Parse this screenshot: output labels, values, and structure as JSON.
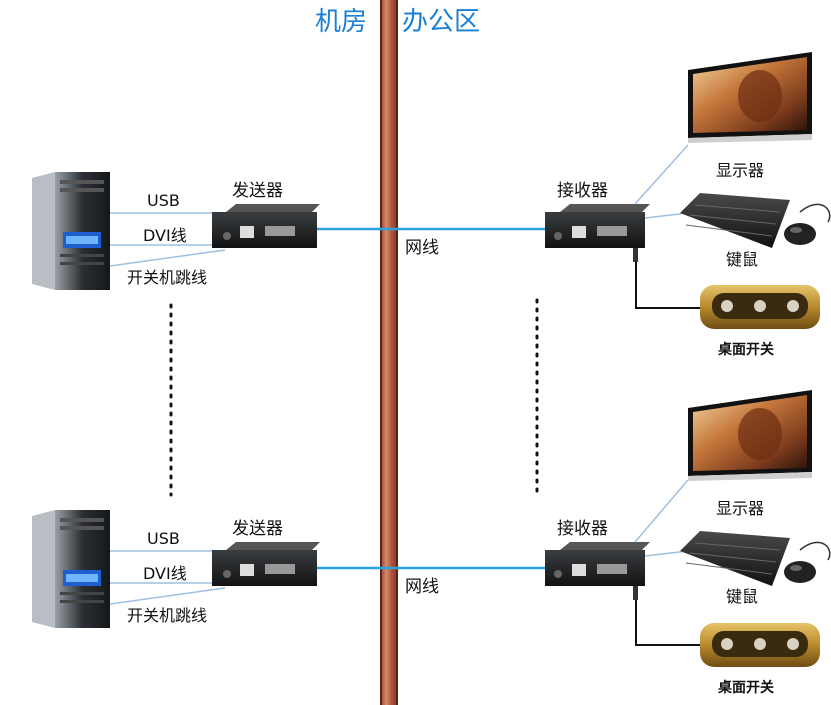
{
  "zones": {
    "left_title": "机房",
    "right_title": "办公区"
  },
  "rows": [
    {
      "usb_label": "USB",
      "dvi_label": "DVI线",
      "power_jumper_label": "开关机跳线",
      "sender_label": "发送器",
      "network_label": "网线",
      "receiver_label": "接收器",
      "monitor_label": "显示器",
      "keyboard_mouse_label": "键鼠",
      "desk_switch_label": "桌面开关"
    },
    {
      "usb_label": "USB",
      "dvi_label": "DVI线",
      "power_jumper_label": "开关机跳线",
      "sender_label": "发送器",
      "network_label": "网线",
      "receiver_label": "接收器",
      "monitor_label": "显示器",
      "keyboard_mouse_label": "键鼠",
      "desk_switch_label": "桌面开关"
    }
  ],
  "colors": {
    "zone_title": "#1a7fd6",
    "network_cable": "#2aa3e0",
    "wall": "#c0664f",
    "thin_cable": "#9fbfdf"
  }
}
